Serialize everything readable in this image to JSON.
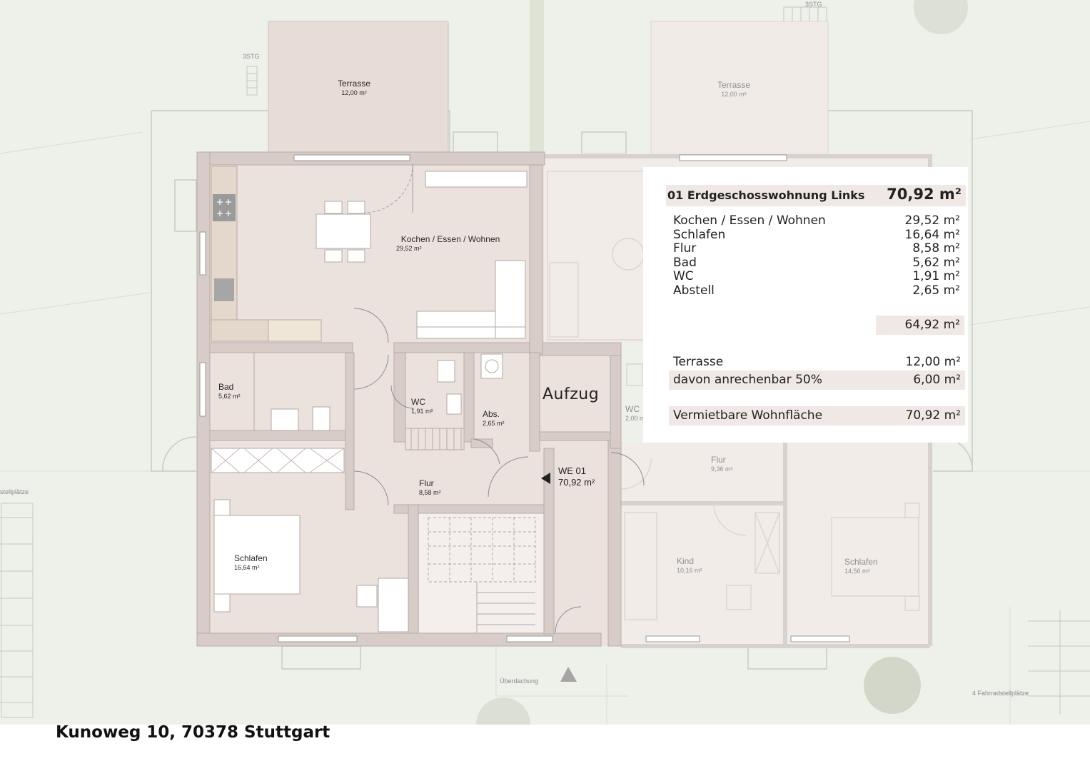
{
  "address": "Kunoweg 10, 70378 Stuttgart",
  "plan": {
    "aufzug": "Aufzug",
    "unit": {
      "name": "WE 01",
      "area": "70,92 m²"
    },
    "rooms": [
      {
        "id": "terrasse",
        "name": "Terrasse",
        "area": "12,00 m²"
      },
      {
        "id": "kochen",
        "name": "Kochen / Essen / Wohnen",
        "area": "29,52 m²"
      },
      {
        "id": "bad",
        "name": "Bad",
        "area": "5,62 m²"
      },
      {
        "id": "wc",
        "name": "WC",
        "area": "1,91 m²"
      },
      {
        "id": "abs",
        "name": "Abs.",
        "area": "2,65 m²"
      },
      {
        "id": "flur",
        "name": "Flur",
        "area": "8,58 m²"
      },
      {
        "id": "schlafen",
        "name": "Schlafen",
        "area": "16,64 m²"
      }
    ],
    "neighbor_rooms": [
      {
        "id": "terrasse-r",
        "name": "Terrasse",
        "area": "12,00 m²"
      },
      {
        "id": "flur-r",
        "name": "Flur",
        "area": "9,36 m²"
      },
      {
        "id": "kind-r",
        "name": "Kind",
        "area": "10,16 m²"
      },
      {
        "id": "schlafen-r",
        "name": "Schlafen",
        "area": "14,56 m²"
      },
      {
        "id": "wc-r",
        "name": "WC",
        "area": "2,00 m"
      }
    ],
    "site_labels": {
      "stg_left": "3STG",
      "stg_right": "3STG",
      "ueberdachung": "Überdachung",
      "fahrrad_left": "stellplätze",
      "fahrrad_right": "4 Fahrradstellplätze"
    }
  },
  "summary": {
    "title": "01 Erdgeschosswohnung Links",
    "total": "70,92 m²",
    "rooms": [
      {
        "name": "Kochen / Essen / Wohnen",
        "area": "29,52 m²"
      },
      {
        "name": "Schlafen",
        "area": "16,64 m²"
      },
      {
        "name": "Flur",
        "area": "8,58 m²"
      },
      {
        "name": "Bad",
        "area": "5,62 m²"
      },
      {
        "name": "WC",
        "area": "1,91 m²"
      },
      {
        "name": "Abstell",
        "area": "2,65 m²"
      }
    ],
    "subtotal": "64,92 m²",
    "terrasse": {
      "name": "Terrasse",
      "area": "12,00 m²"
    },
    "anrechenbar": {
      "name": "davon anrechenbar 50%",
      "area": "6,00 m²"
    },
    "wohnflaeche": {
      "name": "Vermietbare Wohnfläche",
      "area": "70,92 m²"
    }
  }
}
